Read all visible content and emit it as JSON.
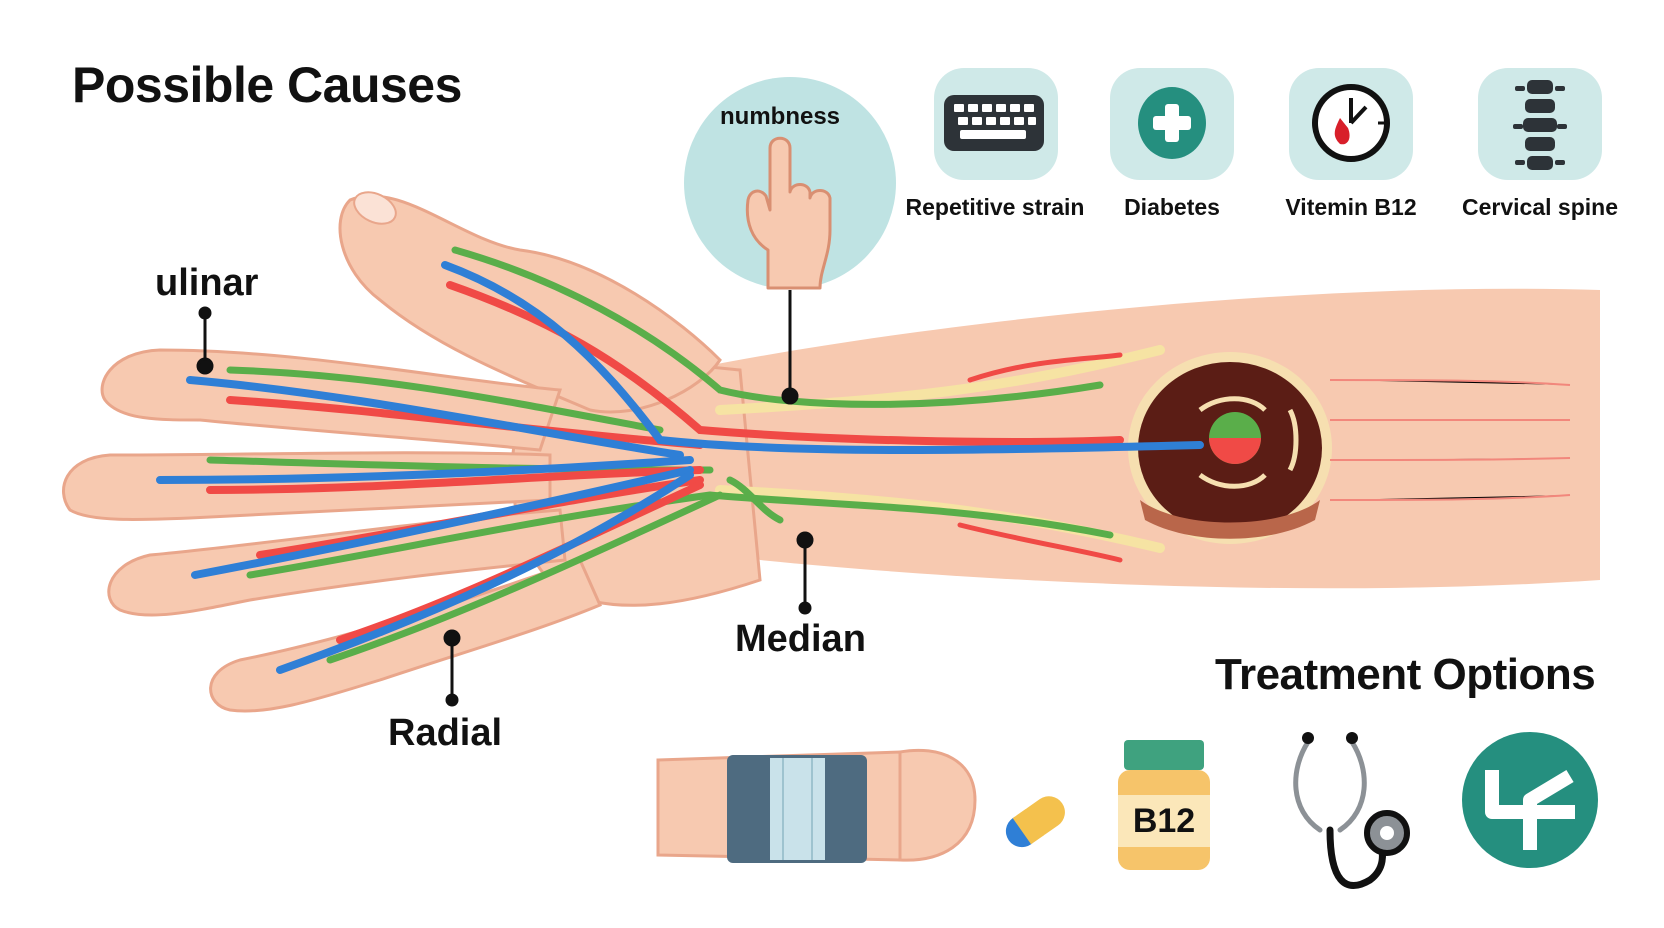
{
  "titles": {
    "possible_causes": "Possible Causes",
    "treatment_options": "Treatment Options"
  },
  "nerve_labels": {
    "ulnar": "ulinar",
    "median": "Median",
    "radial": "Radial"
  },
  "symptom": {
    "label": "numbness",
    "icon": "pointing-finger-icon"
  },
  "causes": [
    {
      "label": "Repetitive strain",
      "icon": "keyboard-icon"
    },
    {
      "label": "Diabetes",
      "icon": "medical-cross-icon"
    },
    {
      "label": "Vitemin B12",
      "icon": "clock-blood-drop-icon"
    },
    {
      "label": "Cervical spine",
      "icon": "spine-icon"
    }
  ],
  "treatments": [
    {
      "icon": "wrist-splint-icon"
    },
    {
      "icon": "capsule-icon"
    },
    {
      "icon": "supplement-bottle-icon",
      "text": "B12"
    },
    {
      "icon": "stethoscope-icon"
    },
    {
      "icon": "physiotherapy-icon"
    }
  ],
  "colors": {
    "nerve_green": "#5aae4a",
    "artery_red": "#f04a46",
    "vein_blue": "#2f7fd6",
    "skin": "#f7c9b0",
    "skin_outline": "#e9a68b",
    "card_bg": "#cfe9e8",
    "teal": "#258f7f"
  }
}
